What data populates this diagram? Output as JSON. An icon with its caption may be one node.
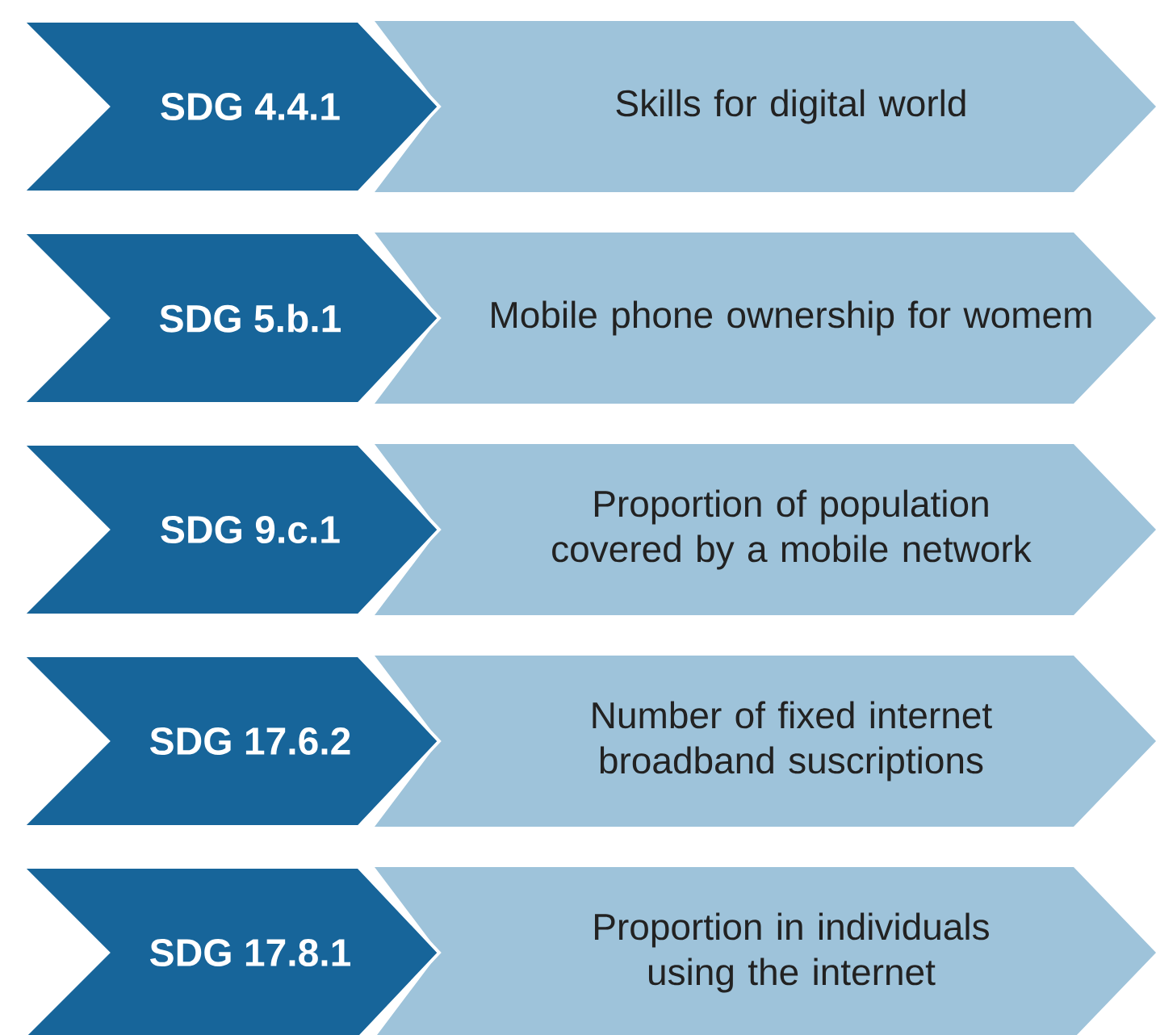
{
  "diagram": {
    "nodes": [
      {
        "text": [
          "SDG 4.4.1"
        ]
      },
      {
        "text": [
          "Skills for digital world"
        ]
      },
      {
        "text": [
          "SDG 5.b.1"
        ]
      },
      {
        "text": [
          "Mobile phone ownership for womem"
        ]
      },
      {
        "text": [
          "SDG 9.c.1"
        ]
      },
      {
        "text": [
          "Proportion of population covered by a mobile network"
        ]
      },
      {
        "text": [
          "SDG 17.6.2"
        ]
      },
      {
        "text": [
          "Number of fixed internet broadband suscriptions"
        ]
      },
      {
        "text": [
          "SDG 17.8.1"
        ]
      },
      {
        "text": [
          "Proportion in individuals using the internet"
        ]
      }
    ]
  }
}
